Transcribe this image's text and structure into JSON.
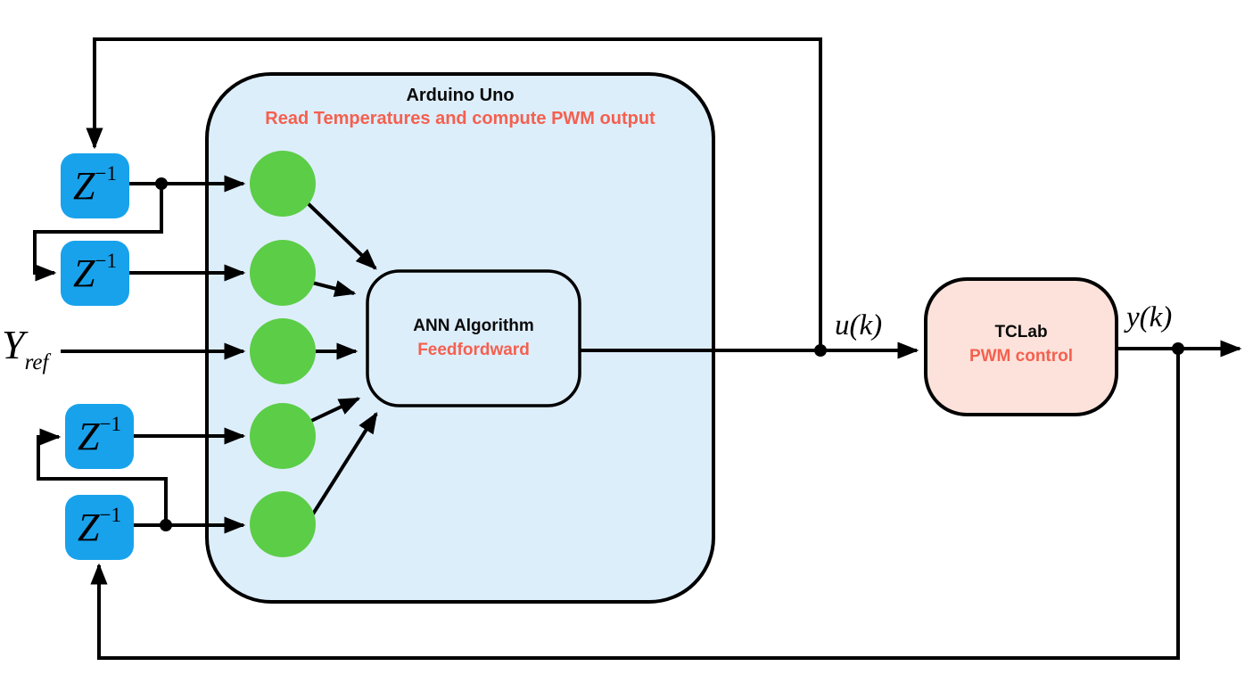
{
  "colors": {
    "panel-blue": "#ddeefb",
    "panel-pink": "#fce2da",
    "delay-blue": "#18a2ec",
    "node-green": "#5ccd47",
    "accent-red": "#f4604f",
    "line-black": "#000000"
  },
  "arduino": {
    "title": "Arduino Uno",
    "subtitle": "Read Temperatures and compute PWM output"
  },
  "ann": {
    "title": "ANN Algorithm",
    "subtitle": "Feedfordward"
  },
  "tclab": {
    "title": "TCLab",
    "subtitle": "PWM control"
  },
  "delay": {
    "base": "Z",
    "exp": "−1"
  },
  "signals": {
    "y_ref_base": "Y",
    "y_ref_sub": "ref",
    "u": "u(k)",
    "y": "y(k)"
  }
}
